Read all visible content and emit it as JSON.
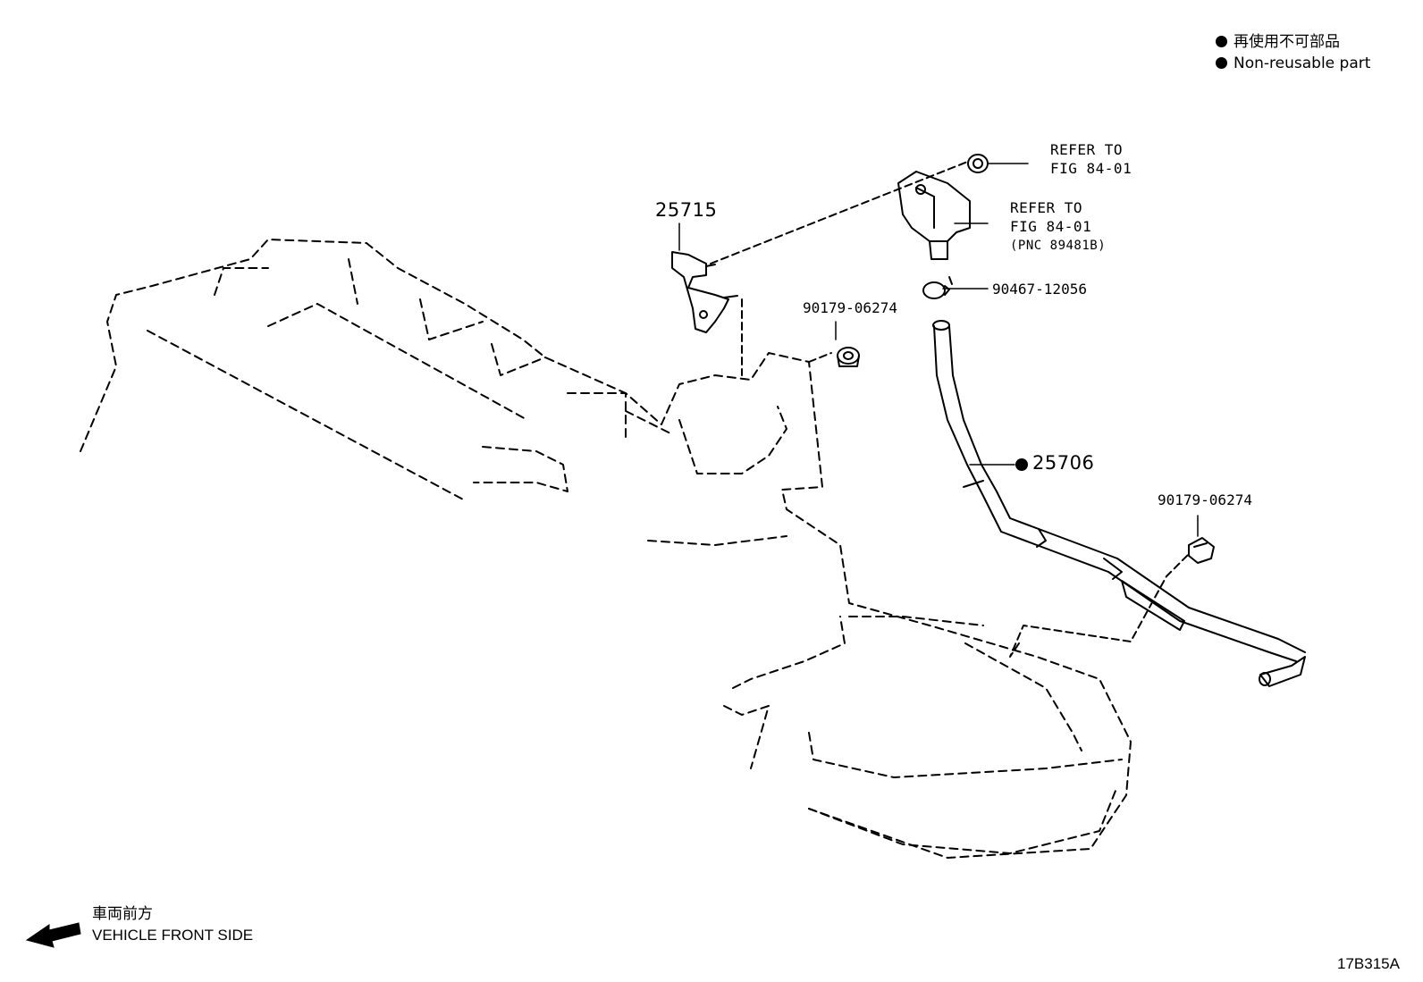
{
  "legend": {
    "line_jp": "再使用不可部品",
    "line_en": "Non-reusable part"
  },
  "callouts": {
    "refer1": {
      "line1": "REFER TO",
      "line2": "FIG 84-01"
    },
    "refer2": {
      "line1": "REFER TO",
      "line2": "FIG 84-01",
      "line3": "(PNC 89481B)"
    },
    "p_25715": "25715",
    "p_90467": "90467-12056",
    "p_90179_a": "90179-06274",
    "p_25706": "25706",
    "p_90179_b": "90179-06274"
  },
  "front": {
    "line_jp": "車両前方",
    "line_en": "VEHICLE FRONT SIDE"
  },
  "figure_code": "17B315A",
  "icons": {
    "non_reusable_marker": "filled-circle-icon",
    "front_arrow": "arrow-left-icon"
  }
}
